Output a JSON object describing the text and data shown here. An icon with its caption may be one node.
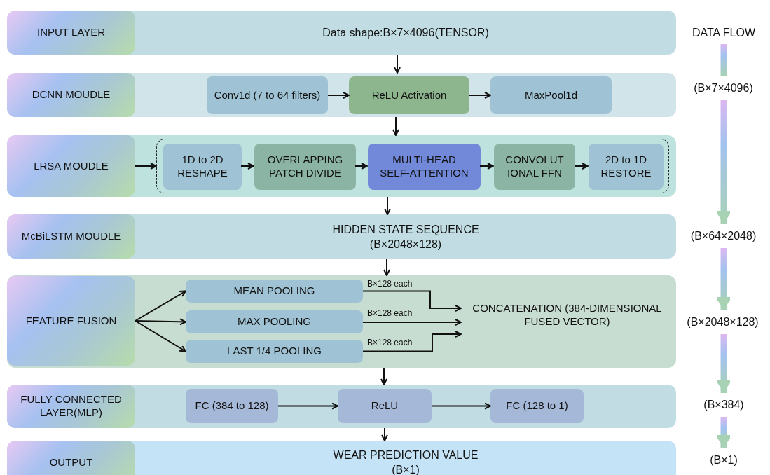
{
  "diagram": {
    "nodes": [
      {
        "text": [
          "Data shape:B×7×4096(TENSOR)"
        ]
      },
      {
        "text": [
          "INPUT LAYER"
        ],
        "in": 0
      },
      {
        "text": [],
        "shape": "box"
      },
      {
        "text": [
          "DCNN MOUDLE"
        ],
        "in": 2
      },
      {
        "text": [
          "Conv1d (7 to 64 filters)"
        ],
        "in": 2
      },
      {
        "text": [
          "ReLU Activation"
        ],
        "in": 2
      },
      {
        "text": [
          "MaxPool1d"
        ],
        "in": 2
      },
      {
        "text": [],
        "shape": "box"
      },
      {
        "text": [
          "LRSA MOUDLE"
        ],
        "in": 7
      },
      {
        "text": [],
        "shape": "box",
        "in": 7
      },
      {
        "text": [
          "1D to 2D RESHAPE"
        ],
        "in": 9
      },
      {
        "text": [
          "OVERLAPPING PATCH DIVIDE"
        ],
        "in": 9
      },
      {
        "text": [
          "MULTI-HEAD SELF-ATTENTION"
        ],
        "in": 9
      },
      {
        "text": [
          "CONVOLUT IONAL FFN"
        ],
        "in": 9
      },
      {
        "text": [
          "2D to 1D RESTORE"
        ],
        "in": 9
      },
      {
        "text": [
          "HIDDEN STATE SEQUENCE (B×2048×128)"
        ]
      },
      {
        "text": [
          "McBiLSTM MOUDLE"
        ],
        "in": 15
      },
      {
        "text": [],
        "shape": "box"
      },
      {
        "text": [
          "FEATURE FUSION"
        ],
        "in": 17
      },
      {
        "text": [
          "MEAN POOLING"
        ],
        "in": 17
      },
      {
        "text": [
          "MAX POOLING"
        ],
        "in": 17
      },
      {
        "text": [
          "LAST 1/4 POOLING"
        ],
        "in": 17
      },
      {
        "text": [
          "CONCATENATION (384-DIMENSIONAL FUSED VECTOR)"
        ],
        "in": 17
      },
      {
        "text": [],
        "shape": "box"
      },
      {
        "text": [
          "FULLY CONNECTED LAYER(MLP)"
        ],
        "in": 23
      },
      {
        "text": [
          "FC (384 to 128)"
        ],
        "in": 23
      },
      {
        "text": [
          "ReLU"
        ],
        "in": 23
      },
      {
        "text": [
          "FC (128 to 1)"
        ],
        "in": 23
      },
      {
        "text": [
          "WEAR PREDICTION VALUE (B×1)"
        ]
      },
      {
        "text": [
          "OUTPUT"
        ],
        "in": 28
      },
      {
        "text": [
          "DATA FLOW"
        ]
      },
      {
        "text": [
          "(B×7×4096)"
        ]
      },
      {
        "text": [
          "(B×64×2048)"
        ]
      },
      {
        "text": [
          "(B×2048×128)"
        ]
      },
      {
        "text": [
          "(B×384)"
        ]
      },
      {
        "text": [
          "(B×1)"
        ]
      }
    ],
    "edges": [
      {
        "from": 0,
        "to": 2,
        "arrow": "to"
      },
      {
        "from": 4,
        "to": 5,
        "arrow": "to"
      },
      {
        "from": 5,
        "to": 6,
        "arrow": "to"
      },
      {
        "from": 2,
        "to": 7,
        "arrow": "to"
      },
      {
        "from": 8,
        "to": 9,
        "arrow": "to"
      },
      {
        "from": 10,
        "to": 11,
        "arrow": "to"
      },
      {
        "from": 11,
        "to": 12,
        "arrow": "to"
      },
      {
        "from": 12,
        "to": 13,
        "arrow": "to"
      },
      {
        "from": 13,
        "to": 14,
        "arrow": "to"
      },
      {
        "from": 7,
        "to": 15,
        "arrow": "to"
      },
      {
        "from": 15,
        "to": 17,
        "arrow": "to"
      },
      {
        "from": 18,
        "to": 19,
        "arrow": "to"
      },
      {
        "from": 18,
        "to": 20,
        "arrow": "to"
      },
      {
        "from": 18,
        "to": 21,
        "arrow": "to"
      },
      {
        "from": 19,
        "to": 22,
        "arrow": "to",
        "label": "B×128 each"
      },
      {
        "from": 20,
        "to": 22,
        "arrow": "to",
        "label": "B×128 each"
      },
      {
        "from": 21,
        "to": 22,
        "arrow": "to",
        "label": "B×128 each"
      },
      {
        "from": 17,
        "to": 23,
        "arrow": "to"
      },
      {
        "from": 25,
        "to": 26,
        "arrow": "to"
      },
      {
        "from": 26,
        "to": 27,
        "arrow": "to"
      },
      {
        "from": 23,
        "to": 28,
        "arrow": "to"
      },
      {
        "from": 30,
        "to": 31,
        "arrow": "none",
        "style": "thick",
        "color": "#a8d2b4"
      },
      {
        "from": 31,
        "to": 32,
        "arrow": "to",
        "style": "thick",
        "color": "#a8d2b4"
      },
      {
        "from": 32,
        "to": 33,
        "arrow": "to",
        "style": "thick",
        "color": "#a8d2b4"
      },
      {
        "from": 33,
        "to": 34,
        "arrow": "to",
        "style": "thick",
        "color": "#a8d2b4"
      },
      {
        "from": 34,
        "to": 35,
        "arrow": "to",
        "style": "thick",
        "color": "#a8d2b4"
      }
    ]
  }
}
